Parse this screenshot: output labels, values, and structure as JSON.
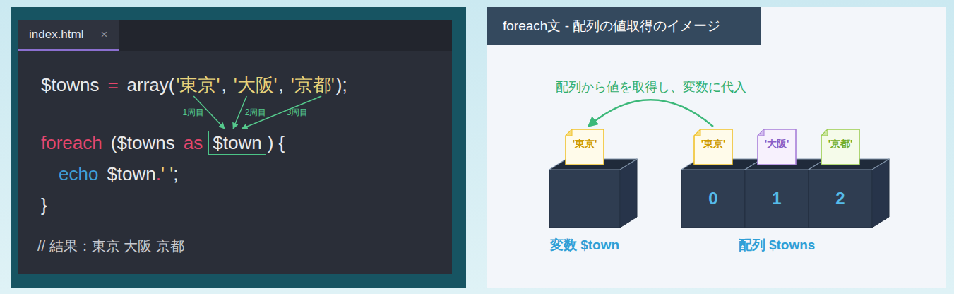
{
  "diagram": {
    "nodes": [
      {
        "text": [
          "index.html",
          "×"
        ]
      },
      {
        "text": [
          "$town"
        ],
        "in": 0
      },
      {
        "text": [
          "foreach文 - 配列の値取得のイメージ"
        ]
      },
      {
        "text": [
          "変数 $town"
        ]
      },
      {
        "text": [
          "'東京'"
        ],
        "in": 3
      },
      {
        "text": [
          "配列 $towns"
        ]
      },
      {
        "text": [
          "0"
        ],
        "in": 5
      },
      {
        "text": [
          "1"
        ],
        "in": 5
      },
      {
        "text": [
          "2"
        ],
        "in": 5
      },
      {
        "text": [
          "'東京'"
        ],
        "in": 6
      },
      {
        "text": [
          "'大阪'"
        ],
        "in": 7
      },
      {
        "text": [
          "'京都'"
        ],
        "in": 8
      }
    ],
    "edges": [
      {
        "from": 9,
        "to": 4,
        "label": "配列から値を取得し、変数に代入",
        "arrow": "to"
      }
    ],
    "labels": [
      "$towns",
      "=",
      "array(",
      "'東京'",
      ",",
      "'大阪'",
      ",",
      "'京都'",
      ");",
      "1周目",
      "2周目",
      "3周目",
      "foreach",
      "($towns",
      "as",
      ") {",
      "echo",
      "$town",
      ".",
      "' '",
      ";",
      "}",
      "// 結果：東京 大阪 京都"
    ]
  }
}
